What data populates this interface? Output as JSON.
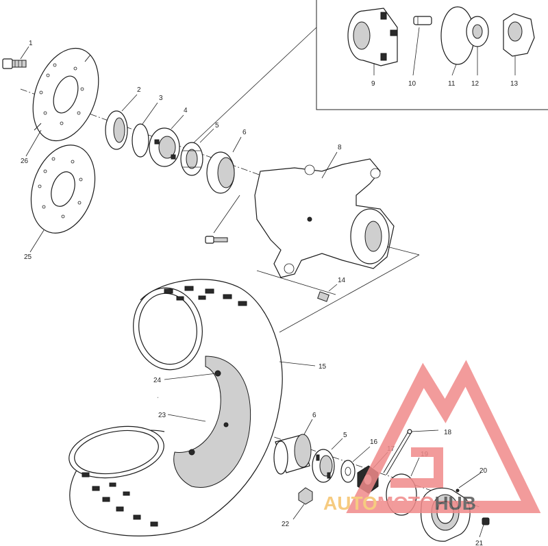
{
  "labels": [
    {
      "num": "1"
    },
    {
      "num": "2"
    },
    {
      "num": "3"
    },
    {
      "num": "4"
    },
    {
      "num": "5"
    },
    {
      "num": "6"
    },
    {
      "num": "8"
    },
    {
      "num": "9"
    },
    {
      "num": "10"
    },
    {
      "num": "11"
    },
    {
      "num": "12"
    },
    {
      "num": "13"
    },
    {
      "num": "26"
    },
    {
      "num": "25"
    },
    {
      "num": "14"
    },
    {
      "num": "15"
    },
    {
      "num": "24"
    },
    {
      "num": "23"
    },
    {
      "num": "6"
    },
    {
      "num": "5"
    },
    {
      "num": "16"
    },
    {
      "num": "17"
    },
    {
      "num": "18"
    },
    {
      "num": "19"
    },
    {
      "num": "20"
    },
    {
      "num": "22"
    },
    {
      "num": "21"
    }
  ],
  "watermark": {
    "part1": "AUTO",
    "part2": "MOTO",
    "part3": "HUB",
    "color_primary": "#f08a8a",
    "color_secondary": "#f5c26b",
    "color_dark": "#555555"
  }
}
